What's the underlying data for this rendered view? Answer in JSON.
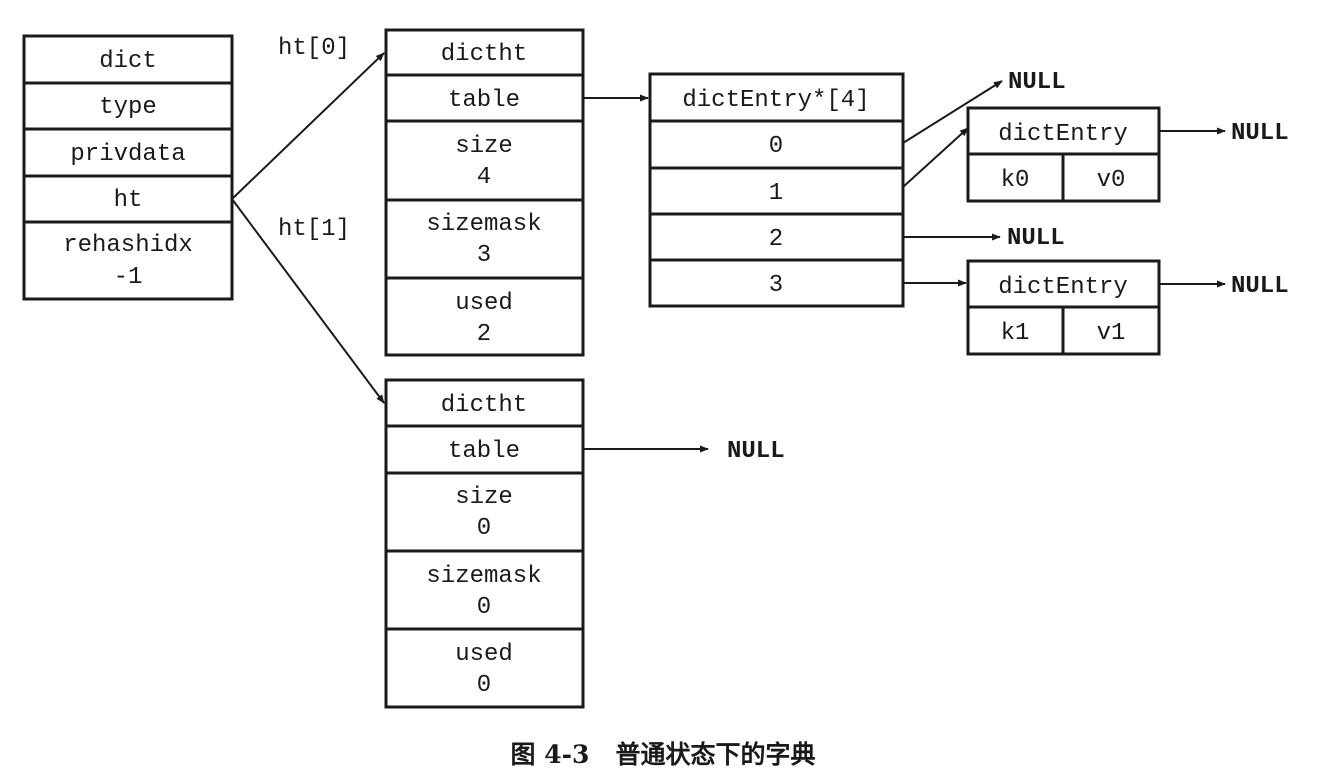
{
  "dict": {
    "rows": [
      "dict",
      "type",
      "privdata",
      "ht"
    ],
    "rehashidx": {
      "label": "rehashidx",
      "value": "-1"
    }
  },
  "ht_labels": {
    "ht0": "ht[0]",
    "ht1": "ht[1]"
  },
  "ht0": {
    "header": "dictht",
    "table": "table",
    "size": {
      "label": "size",
      "value": "4"
    },
    "sizemask": {
      "label": "sizemask",
      "value": "3"
    },
    "used": {
      "label": "used",
      "value": "2"
    }
  },
  "ht1": {
    "header": "dictht",
    "table": "table",
    "table_target": "NULL",
    "size": {
      "label": "size",
      "value": "0"
    },
    "sizemask": {
      "label": "sizemask",
      "value": "0"
    },
    "used": {
      "label": "used",
      "value": "0"
    }
  },
  "bucket_array": {
    "header": "dictEntry*[4]",
    "indices": [
      "0",
      "1",
      "2",
      "3"
    ],
    "bucket0_target": "NULL",
    "bucket2_target": "NULL"
  },
  "entry_k0": {
    "header": "dictEntry",
    "key": "k0",
    "value": "v0",
    "next": "NULL"
  },
  "entry_k1": {
    "header": "dictEntry",
    "key": "k1",
    "value": "v1",
    "next": "NULL"
  },
  "caption": "图 4-3   普通状态下的字典"
}
